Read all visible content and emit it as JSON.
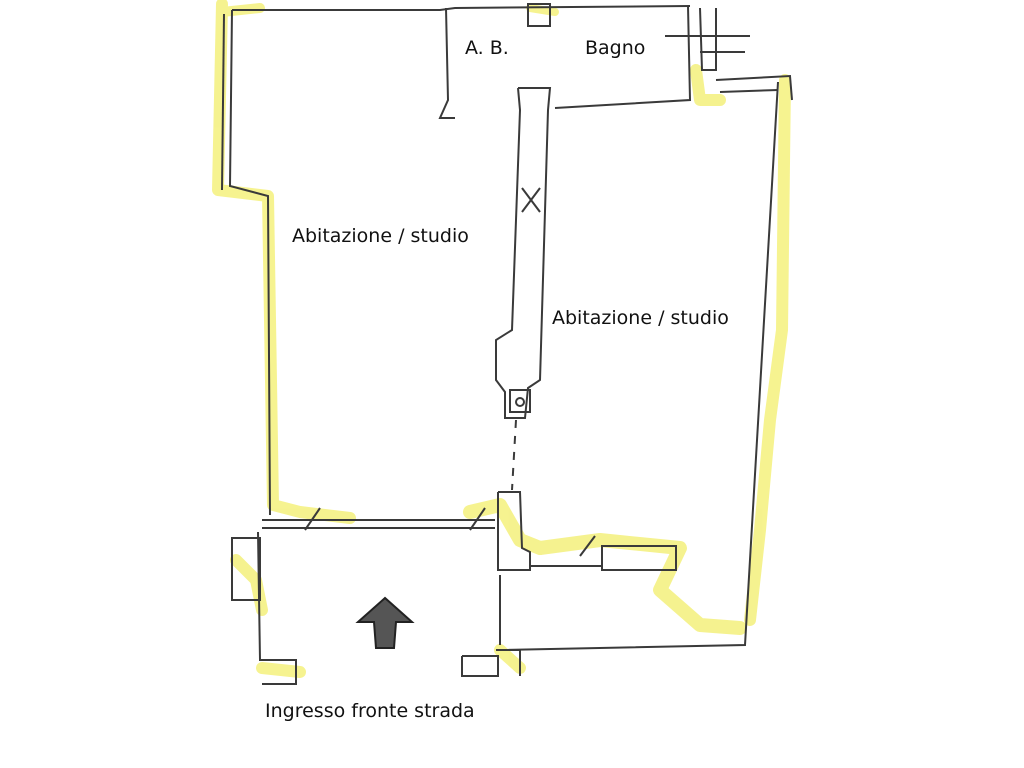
{
  "rooms": {
    "ab": "A. B.",
    "bagno": "Bagno",
    "left_living": "Abitazione / studio",
    "right_living": "Abitazione / studio"
  },
  "entrance": {
    "label": "Ingresso fronte strada",
    "arrow_icon": "up-arrow-icon"
  },
  "colors": {
    "highlight": "#f5f28a",
    "wall": "#3a3a3a",
    "background": "#ffffff"
  }
}
